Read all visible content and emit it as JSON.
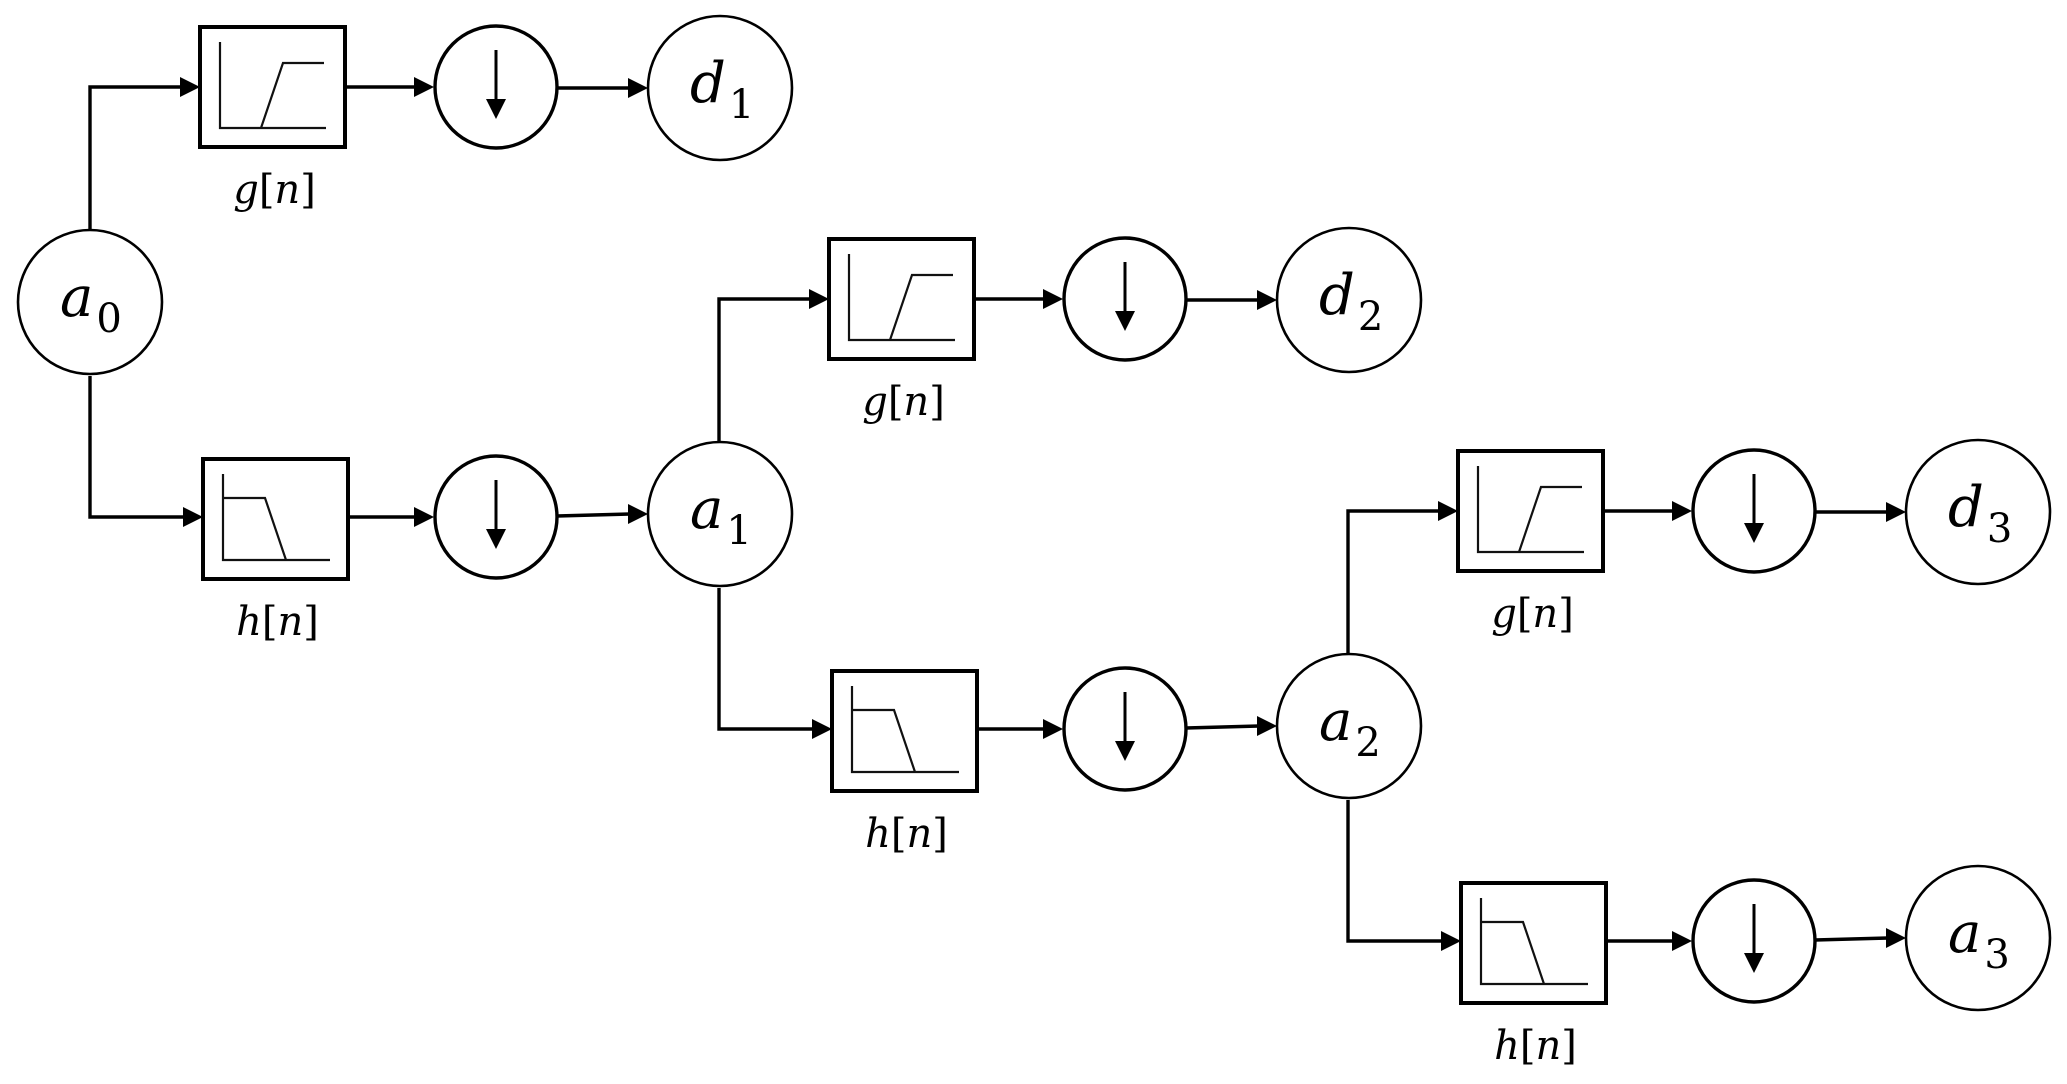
{
  "title": "Three-level discrete wavelet transform filter bank",
  "colors": {
    "stroke": "#000000",
    "background": "#ffffff"
  },
  "input_node": {
    "letter": "a",
    "subscript": "0"
  },
  "levels": [
    {
      "level": 1,
      "input": {
        "letter": "a",
        "subscript": "0"
      },
      "highpass": {
        "name": "g",
        "arg": "n",
        "label": "g[n]",
        "response": "high-pass"
      },
      "lowpass": {
        "name": "h",
        "arg": "n",
        "label": "h[n]",
        "response": "low-pass"
      },
      "downsample_symbol": "↓",
      "detail_output": {
        "letter": "d",
        "subscript": "1"
      },
      "approx_output": {
        "letter": "a",
        "subscript": "1"
      }
    },
    {
      "level": 2,
      "input": {
        "letter": "a",
        "subscript": "1"
      },
      "highpass": {
        "name": "g",
        "arg": "n",
        "label": "g[n]",
        "response": "high-pass"
      },
      "lowpass": {
        "name": "h",
        "arg": "n",
        "label": "h[n]",
        "response": "low-pass"
      },
      "downsample_symbol": "↓",
      "detail_output": {
        "letter": "d",
        "subscript": "2"
      },
      "approx_output": {
        "letter": "a",
        "subscript": "2"
      }
    },
    {
      "level": 3,
      "input": {
        "letter": "a",
        "subscript": "2"
      },
      "highpass": {
        "name": "g",
        "arg": "n",
        "label": "g[n]",
        "response": "high-pass"
      },
      "lowpass": {
        "name": "h",
        "arg": "n",
        "label": "h[n]",
        "response": "low-pass"
      },
      "downsample_symbol": "↓",
      "detail_output": {
        "letter": "d",
        "subscript": "3"
      },
      "approx_output": {
        "letter": "a",
        "subscript": "3"
      }
    }
  ],
  "icons": {
    "downsample": "down-arrow-icon",
    "highpass_glyph": "highpass-response-icon",
    "lowpass_glyph": "lowpass-response-icon"
  }
}
